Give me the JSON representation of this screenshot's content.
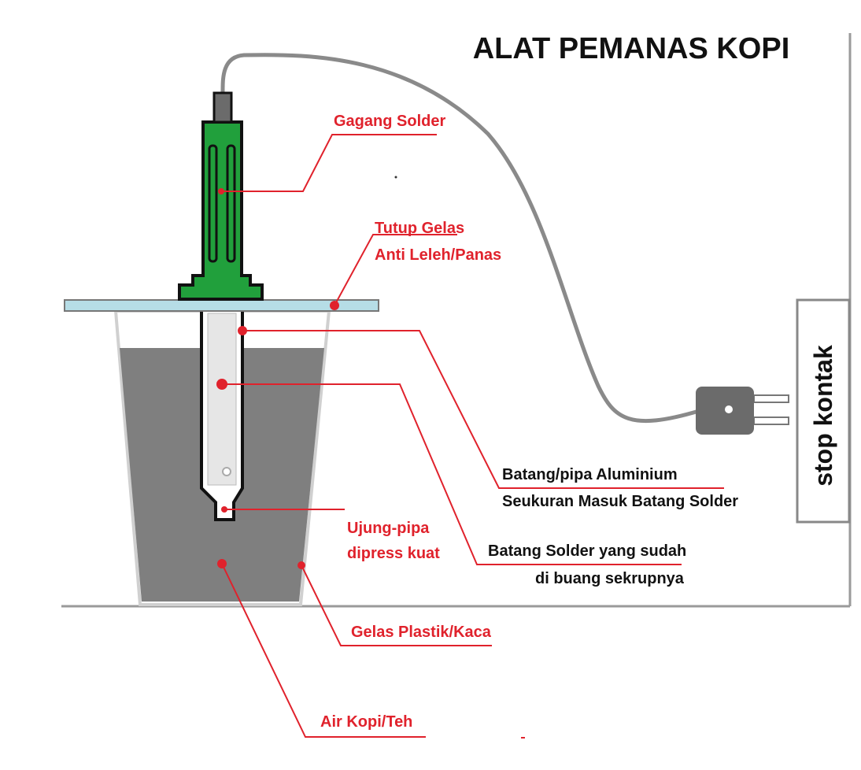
{
  "title": "ALAT PEMANAS KOPI",
  "socket_label": "stop kontak",
  "labels": {
    "handle": "Gagang Solder",
    "lid_line1": "Tutup Gelas",
    "lid_line2": "Anti Leleh/Panas",
    "pipe_line1": "Batang/pipa Aluminium",
    "pipe_line2": "Seukuran Masuk Batang Solder",
    "rod_line1": "Batang Solder yang sudah",
    "rod_line2": "di buang sekrupnya",
    "tip_line1": "Ujung-pipa",
    "tip_line2": "dipress kuat",
    "glass": "Gelas Plastik/Kaca",
    "liquid": "Air Kopi/Teh"
  },
  "colors": {
    "handle_green": "#21a03c",
    "lid_blue": "#b6dde6",
    "liquid_gray": "#7f7f7f",
    "pipe_light": "#e6e6e6",
    "plug_gray": "#6b6b6b",
    "label_red": "#e0222c"
  }
}
